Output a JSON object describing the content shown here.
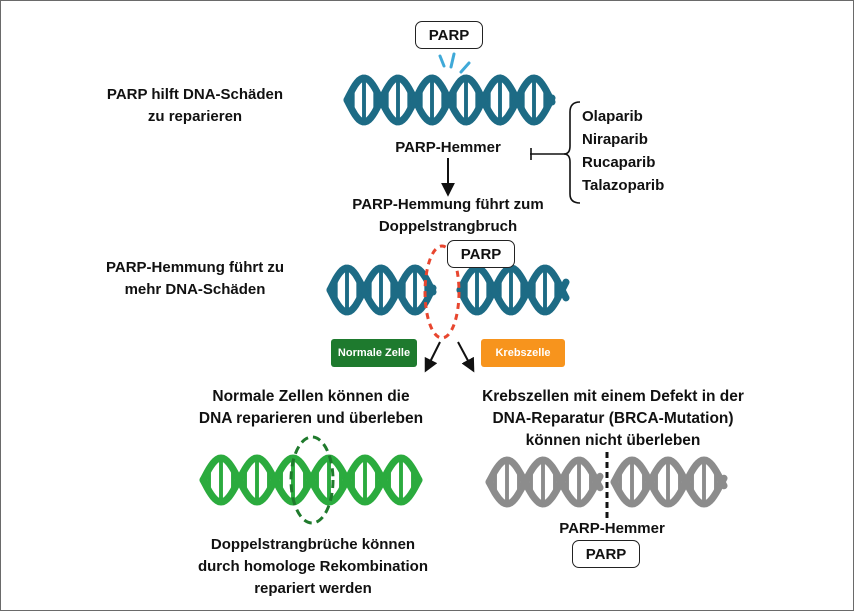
{
  "top": {
    "parp_label": "PARP",
    "left_caption": [
      "PARP hilft DNA-Schäden",
      "zu reparieren"
    ],
    "inhibitor_label": "PARP-Hemmer",
    "drugs": [
      "Olaparib",
      "Niraparib",
      "Rucaparib",
      "Talazoparib"
    ],
    "result_caption": [
      "PARP-Hemmung führt zum",
      "Doppelstrangbruch"
    ]
  },
  "middle": {
    "left_caption": [
      "PARP-Hemmung führt zu",
      "mehr DNA-Schäden"
    ],
    "parp_label": "PARP",
    "normal_tag": "Normale Zelle",
    "cancer_tag": "Krebszelle"
  },
  "bottom_left": {
    "caption": [
      "Normale Zellen können die",
      "DNA reparieren und überleben"
    ],
    "footer": [
      "Doppelstrangbrüche können",
      "durch homologe Rekombination",
      "repariert werden"
    ]
  },
  "bottom_right": {
    "caption": [
      "Krebszellen mit einem Defekt in der",
      "DNA-Reparatur (BRCA-Mutation)",
      "können nicht überleben"
    ],
    "inhibitor_label": "PARP-Hemmer",
    "parp_label": "PARP"
  },
  "colors": {
    "dna_teal": "#1d6b85",
    "dna_green": "#2bab3e",
    "dna_gray": "#8c8c8c",
    "parp_signal": "#3fa9d8",
    "break_red": "#e8462f",
    "repair_green": "#1f7a2c",
    "normal_tag": "#1e7a2e",
    "cancer_tag": "#f7941d"
  }
}
